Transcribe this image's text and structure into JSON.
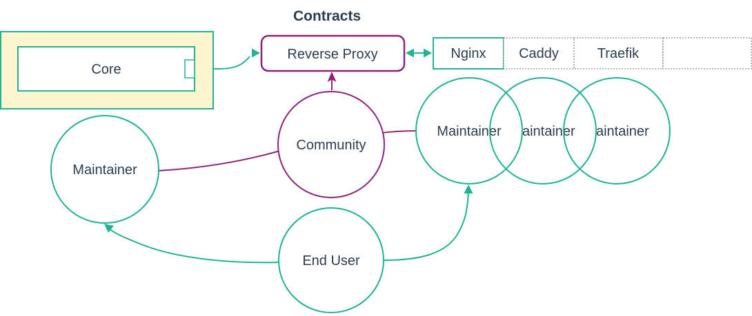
{
  "diagram": {
    "title": "Contracts",
    "colors": {
      "teal": "#1fb295",
      "purple": "#8e2179",
      "subgraph_fill": "#fdf5cd",
      "text": "#2e3c50",
      "dotted_border": "#8a8a8a",
      "node_fill": "#ffffff"
    },
    "core": {
      "label": "Core"
    },
    "reverse_proxy": {
      "label": "Reverse Proxy"
    },
    "proxies": {
      "items": [
        {
          "label": "Nginx"
        },
        {
          "label": "Caddy"
        },
        {
          "label": "Traefik"
        },
        {
          "label": ""
        }
      ]
    },
    "community": {
      "label": "Community"
    },
    "maintainer_left": {
      "label": "Maintainer"
    },
    "maintainers_right": [
      {
        "label": "Maintainer"
      },
      {
        "label": "Maintainer"
      },
      {
        "label": "Maintainer"
      }
    ],
    "end_user": {
      "label": "End User"
    }
  }
}
